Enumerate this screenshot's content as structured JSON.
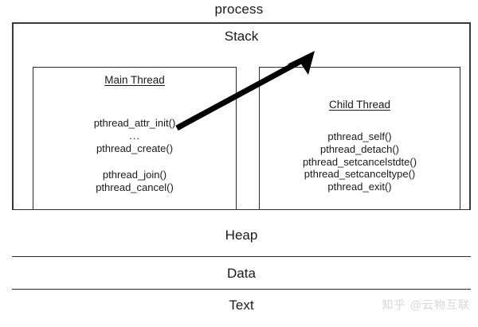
{
  "diagram": {
    "title": "process",
    "watermark": "知乎 @云物互联"
  },
  "memory_segments": [
    {
      "name": "stack",
      "label": "Stack"
    },
    {
      "name": "heap",
      "label": "Heap"
    },
    {
      "name": "data",
      "label": "Data"
    },
    {
      "name": "text",
      "label": "Text"
    }
  ],
  "threads": {
    "main": {
      "title": "Main Thread",
      "group_a": [
        "pthread_attr_init()",
        "...",
        "pthread_create()"
      ],
      "group_b": [
        "pthread_join()",
        "pthread_cancel()"
      ]
    },
    "child": {
      "title": "Child Thread",
      "group_a": [
        "pthread_self()",
        "pthread_detach()",
        "pthread_setcancelstdte()",
        "pthread_setcanceltype()",
        "pthread_exit()"
      ]
    }
  },
  "arrow": {
    "name": "thread-creation-arrow",
    "from_label": "pthread_create()",
    "to_label": "Child Thread",
    "color": "#000000"
  },
  "colors": {
    "background": "#ffffff",
    "border": "#2b2b2b",
    "outer_border": "#3a3a3a",
    "text": "#1a1a1a",
    "watermark": "#d7d7d7"
  }
}
